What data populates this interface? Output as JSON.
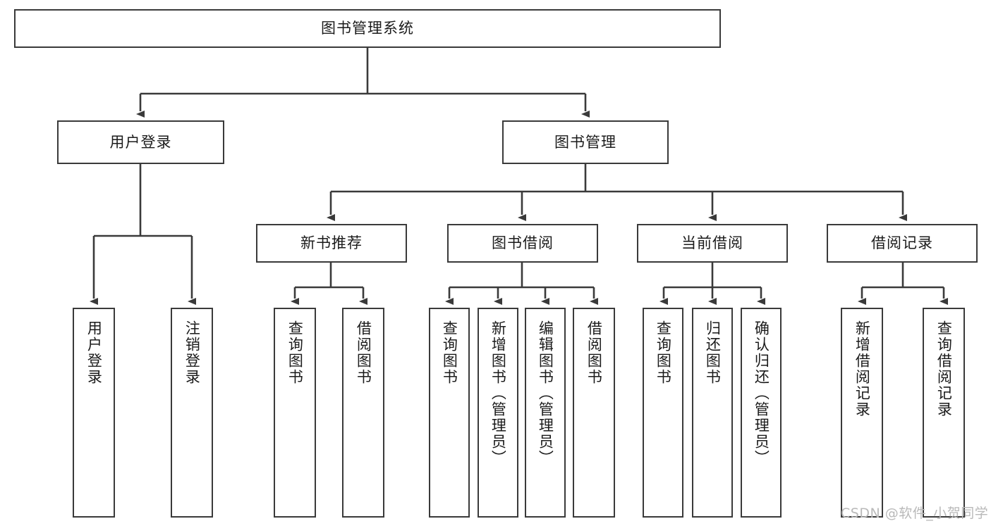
{
  "diagram": {
    "title": "图书管理系统",
    "watermark": "CSDN @软件_小贺同学",
    "line_color": "#3a3a3a",
    "box_fill": "#ffffff",
    "text_color": "#1b1b1b",
    "watermark_color": "#b9b9b9",
    "root": {
      "label": "图书管理系统"
    },
    "level2": [
      {
        "label": "用户登录"
      },
      {
        "label": "图书管理"
      }
    ],
    "level3": [
      {
        "label": "新书推荐"
      },
      {
        "label": "图书借阅"
      },
      {
        "label": "当前借阅"
      },
      {
        "label": "借阅记录"
      }
    ],
    "leaves": {
      "user_login": [
        {
          "label": "用户登录"
        },
        {
          "label": "注销登录"
        }
      ],
      "new_book_recommend": [
        {
          "label": "查询图书"
        },
        {
          "label": "借阅图书"
        }
      ],
      "book_borrow": [
        {
          "label": "查询图书"
        },
        {
          "label": "新增图书（管理员）"
        },
        {
          "label": "编辑图书（管理员）"
        },
        {
          "label": "借阅图书"
        }
      ],
      "current_borrow": [
        {
          "label": "查询图书"
        },
        {
          "label": "归还图书"
        },
        {
          "label": "确认归还（管理员）"
        }
      ],
      "borrow_record": [
        {
          "label": "新增借阅记录"
        },
        {
          "label": "查询借阅记录"
        }
      ]
    }
  }
}
